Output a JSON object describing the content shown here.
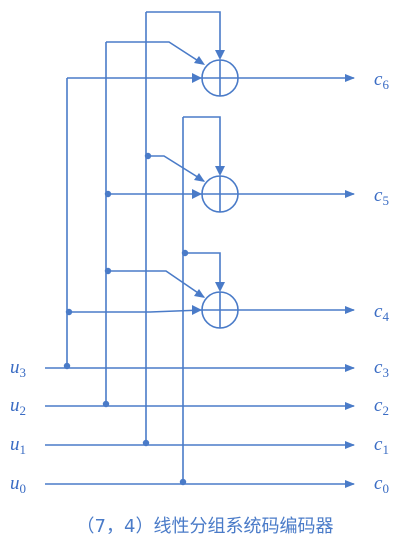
{
  "colors": {
    "line": "#4a7bc8",
    "text": "#3a6cc4"
  },
  "inputs": [
    {
      "var": "u",
      "sub": "3"
    },
    {
      "var": "u",
      "sub": "2"
    },
    {
      "var": "u",
      "sub": "1"
    },
    {
      "var": "u",
      "sub": "0"
    }
  ],
  "outputs": [
    {
      "var": "c",
      "sub": "6"
    },
    {
      "var": "c",
      "sub": "5"
    },
    {
      "var": "c",
      "sub": "4"
    },
    {
      "var": "c",
      "sub": "3"
    },
    {
      "var": "c",
      "sub": "2"
    },
    {
      "var": "c",
      "sub": "1"
    },
    {
      "var": "c",
      "sub": "0"
    }
  ],
  "caption": "（7，4）线性分组系统码编码器"
}
